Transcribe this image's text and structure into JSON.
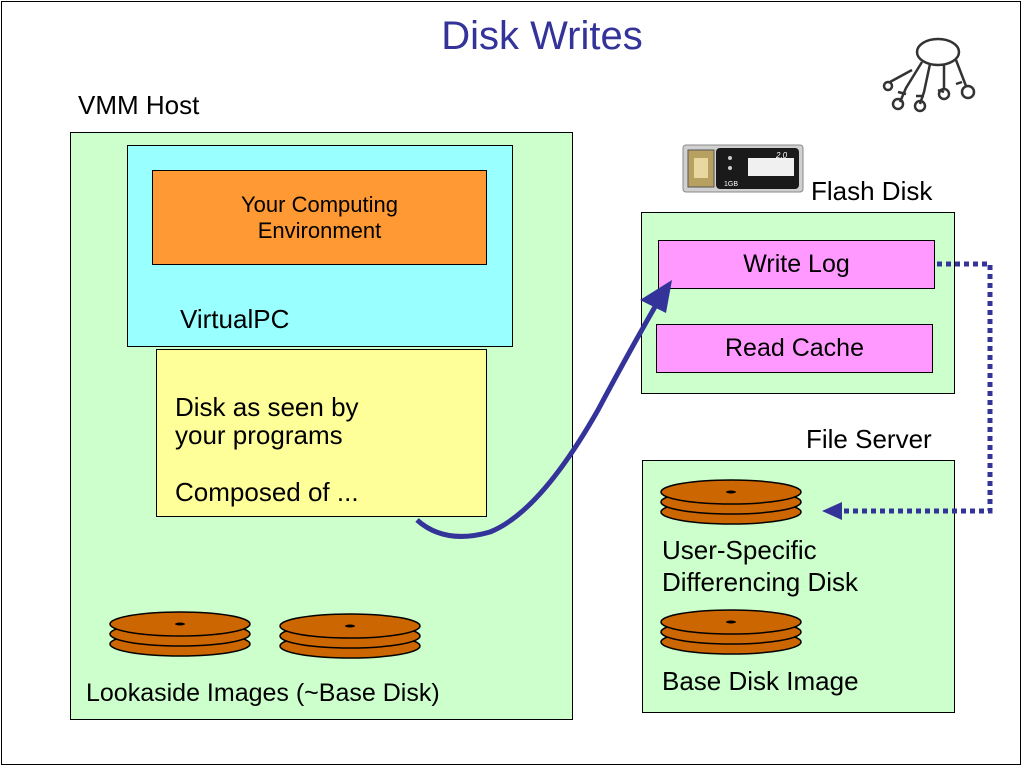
{
  "title": "Disk Writes",
  "vmm_host": {
    "label": "VMM Host",
    "virtualpc": {
      "label": "VirtualPC",
      "environment": {
        "line1": "Your Computing",
        "line2": "Environment"
      }
    },
    "disk_view": {
      "line1": "Disk as seen by",
      "line2": "your programs",
      "line3": "Composed of ..."
    },
    "lookaside_label": "Lookaside Images (~Base Disk)"
  },
  "flash_disk": {
    "label": "Flash Disk",
    "write_log": "Write Log",
    "read_cache": "Read Cache",
    "usb_text": "2.0",
    "usb_capacity": "1GB"
  },
  "file_server": {
    "label": "File Server",
    "diff_disk_line1": "User-Specific",
    "diff_disk_line2": "Differencing Disk",
    "base_disk": "Base Disk Image"
  },
  "colors": {
    "title": "#333399",
    "arrow": "#333399",
    "disk": "#cc6600",
    "green_box": "#ccffcc",
    "cyan_box": "#99ffff",
    "orange_box": "#ff9933",
    "yellow_box": "#ffff99",
    "pink_box": "#ff99ff"
  }
}
